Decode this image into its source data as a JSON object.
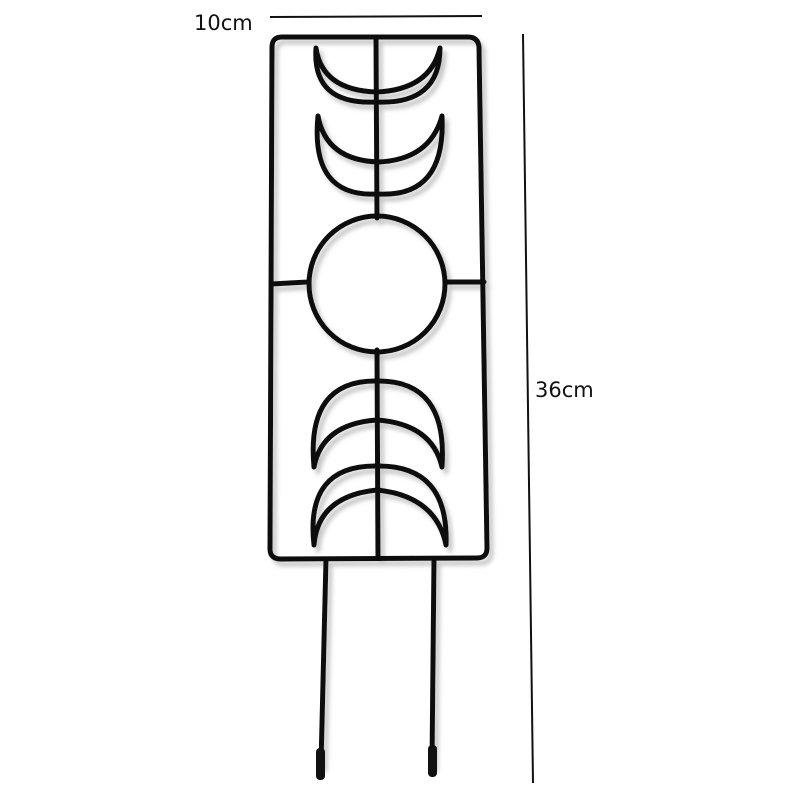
{
  "diagram": {
    "subject": "moon phase plant trellis",
    "dimensions": {
      "width": {
        "label": "10cm"
      },
      "height": {
        "label": "36cm"
      }
    },
    "moon_phases": [
      "waxing-crescent",
      "waxing-crescent",
      "full-moon",
      "waning-crescent",
      "waning-crescent"
    ],
    "colors": {
      "frame": "#111111",
      "background": "#ffffff",
      "shadow": "#bdbdbd"
    }
  }
}
